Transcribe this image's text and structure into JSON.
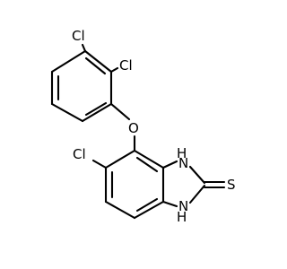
{
  "molecule": {
    "atoms": {
      "cl_top": "Cl",
      "cl_ortho": "Cl",
      "o_ether": "O",
      "cl_ring": "Cl",
      "nh_top": "H",
      "nh_top_n": "N",
      "nh_bottom": "H",
      "nh_bottom_n": "N",
      "s_thione": "S"
    },
    "colors": {
      "bond": "#000000",
      "atom_label": "#000000",
      "background": "#ffffff"
    }
  }
}
